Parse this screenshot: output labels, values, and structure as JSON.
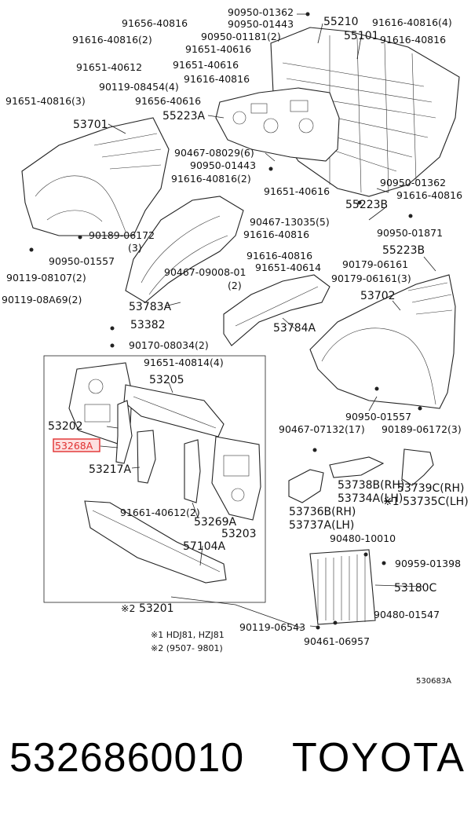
{
  "diagram": {
    "highlight_color": "#e03030",
    "highlighted_part": "53268A",
    "image_code": "530683A",
    "notes": [
      "※1 HDJ81, HZJ81",
      "※2 (9507- 9801)"
    ],
    "labels": [
      {
        "text": "90950-01362"
      },
      {
        "text": "91656-40816"
      },
      {
        "text": "55210"
      },
      {
        "text": "91616-40816(4)"
      },
      {
        "text": "90950-01443"
      },
      {
        "text": "55101"
      },
      {
        "text": "91616-40816(2)"
      },
      {
        "text": "90950-01181(2)"
      },
      {
        "text": "91616-40816"
      },
      {
        "text": "91651-40616"
      },
      {
        "text": "91651-40612"
      },
      {
        "text": "91651-40616"
      },
      {
        "text": "90119-08454(4)"
      },
      {
        "text": "91616-40816"
      },
      {
        "text": "91651-40816(3)"
      },
      {
        "text": "91656-40616"
      },
      {
        "text": "55223A"
      },
      {
        "text": "53701"
      },
      {
        "text": "90467-08029(6)"
      },
      {
        "text": "90950-01443"
      },
      {
        "text": "90950-01362"
      },
      {
        "text": "91616-40816(2)"
      },
      {
        "text": "91651-40616"
      },
      {
        "text": "91616-40816"
      },
      {
        "text": "55223B"
      },
      {
        "text": "90467-13035(5)"
      },
      {
        "text": "90189-06172"
      },
      {
        "text": "(3)"
      },
      {
        "text": "91616-40816"
      },
      {
        "text": "90950-01871"
      },
      {
        "text": "55223B"
      },
      {
        "text": "90950-01557"
      },
      {
        "text": "91616-40816"
      },
      {
        "text": "90179-06161"
      },
      {
        "text": "90119-08107(2)"
      },
      {
        "text": "90467-09008-01"
      },
      {
        "text": "91651-40614"
      },
      {
        "text": "90179-06161(3)"
      },
      {
        "text": "(2)"
      },
      {
        "text": "90119-08A69(2)"
      },
      {
        "text": "53783A"
      },
      {
        "text": "53702"
      },
      {
        "text": "53382"
      },
      {
        "text": "53784A"
      },
      {
        "text": "90170-08034(2)"
      },
      {
        "text": "91651-40814(4)"
      },
      {
        "text": "53205"
      },
      {
        "text": "53202"
      },
      {
        "text": "90950-01557"
      },
      {
        "text": "90467-07132(17)"
      },
      {
        "text": "90189-06172(3)"
      },
      {
        "text": "53217A"
      },
      {
        "text": "53738B(RH)"
      },
      {
        "text": "53739C(RH)"
      },
      {
        "text": "53734A(LH)"
      },
      {
        "text": "※1 53735C(LH)"
      },
      {
        "text": "91661-40612(2)"
      },
      {
        "text": "53736B(RH)"
      },
      {
        "text": "53269A"
      },
      {
        "text": "53737A(LH)"
      },
      {
        "text": "53203"
      },
      {
        "text": "90480-10010"
      },
      {
        "text": "57104A"
      },
      {
        "text": "90959-01398"
      },
      {
        "text": "53180C"
      },
      {
        "text": "90480-01547"
      },
      {
        "text": "※2"
      },
      {
        "text": "53201"
      },
      {
        "text": "90119-06543"
      },
      {
        "text": "90461-06957"
      }
    ]
  },
  "footer": {
    "part_number": "5326860010",
    "brand": "TOYOTA"
  }
}
